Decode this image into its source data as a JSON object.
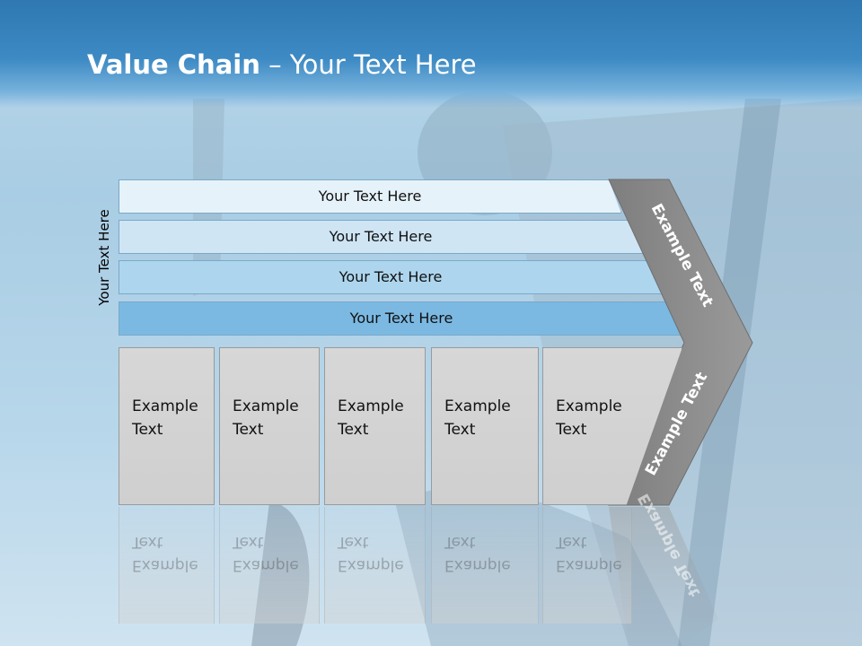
{
  "slide": {
    "title_bold": "Value Chain",
    "title_rest": " – Your Text Here",
    "side_label": "Your Text Here"
  },
  "bands": [
    {
      "label": "Your Text Here",
      "color": "#e6f2fa"
    },
    {
      "label": "Your Text Here",
      "color": "#cfe5f4"
    },
    {
      "label": "Your Text Here",
      "color": "#add6ee"
    },
    {
      "label": "Your Text Here",
      "color": "#7bb9e2"
    }
  ],
  "columns": [
    {
      "label_line1": "Example",
      "label_line2": "Text"
    },
    {
      "label_line1": "Example",
      "label_line2": "Text"
    },
    {
      "label_line1": "Example",
      "label_line2": "Text"
    },
    {
      "label_line1": "Example",
      "label_line2": "Text"
    },
    {
      "label_line1": "Example",
      "label_line2": "Text"
    }
  ],
  "chevron": {
    "upper_text": "Example Text",
    "lower_text": "Example Text",
    "color": "#8c8c8c"
  }
}
